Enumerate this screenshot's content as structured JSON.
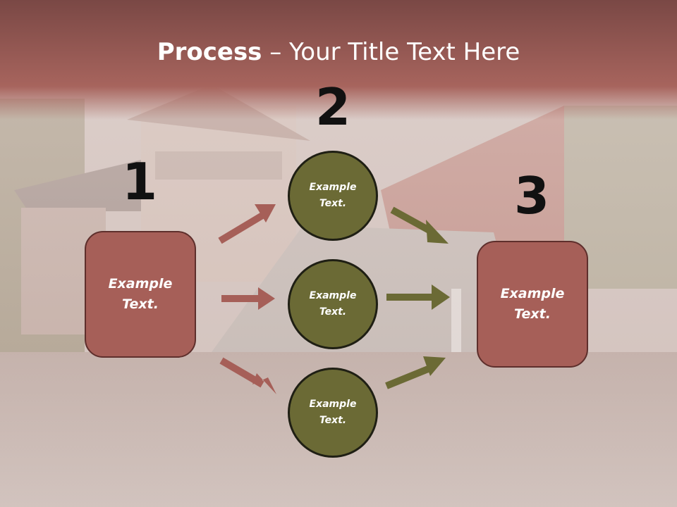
{
  "title": {
    "bold": "Process",
    "rest": " – Your Title Text Here"
  },
  "steps": [
    {
      "number": "1",
      "label": "Example\nText."
    },
    {
      "number": "2",
      "label": "Example\nText."
    },
    {
      "number": "3",
      "label": "Example\nText."
    }
  ],
  "circles": [
    {
      "label": "Example\nText."
    },
    {
      "label": "Example\nText."
    },
    {
      "label": "Example\nText."
    }
  ],
  "colors": {
    "box_fill": "#a65f58",
    "circle_fill": "#6b6a35",
    "left_arrow": "#a65f58",
    "right_arrow": "#6b6a35",
    "title_band": "#a3605a"
  }
}
